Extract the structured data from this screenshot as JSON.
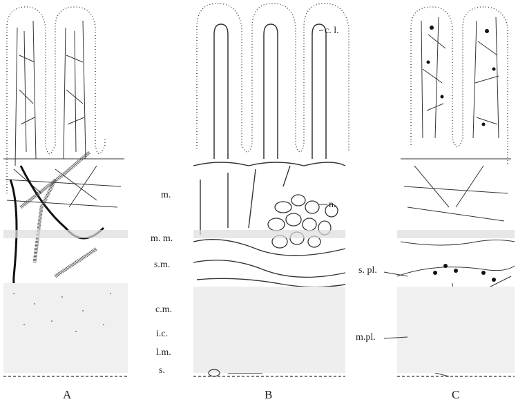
{
  "panels": [
    {
      "id": "A",
      "letter": "A"
    },
    {
      "id": "B",
      "letter": "B"
    },
    {
      "id": "C",
      "letter": "C"
    }
  ],
  "layer_labels": {
    "mucosa": "m.",
    "muscularis_mucosae": "m. m.",
    "submucosa": "s.m.",
    "circular_muscle": "c.m.",
    "intermuscular_connective": "i.c.",
    "longitudinal_muscle": "l.m.",
    "serosa": "s."
  },
  "panel_b_labels": {
    "central_lacteal": "c. l.",
    "network": "n."
  },
  "panel_c_labels": {
    "submucous_plexus": "s. pl.",
    "myenteric_plexus": "m.pl."
  }
}
